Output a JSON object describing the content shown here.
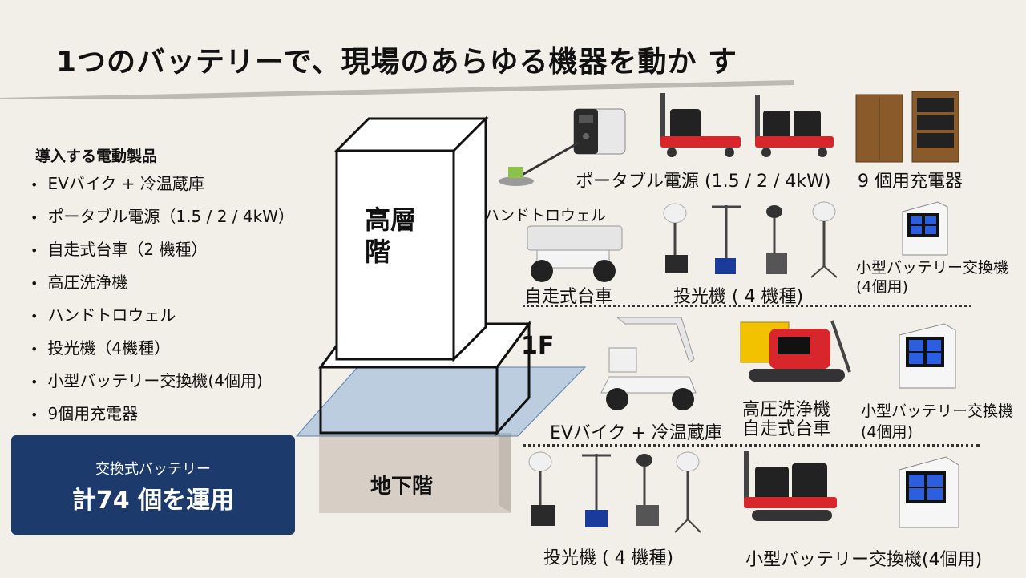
{
  "slide": {
    "title": "1つのバッテリーで、現場のあらゆる機器を動か す"
  },
  "products": {
    "heading": "導入する電動製品",
    "items": [
      "EVバイク + 冷温蔵庫",
      "ポータブル電源（1.5 / 2 / 4kW）",
      "自走式台車（2 機種）",
      "高圧洗浄機",
      "ハンドトロウェル",
      "投光機（4機種）",
      "小型バッテリー交換機(4個用)",
      "9個用充電器"
    ]
  },
  "battery_badge": {
    "line1": "交換式バッテリー",
    "line2": "計74 個を運用"
  },
  "building": {
    "upper": "高層\n階",
    "first_floor": "1F",
    "basement": "地下階"
  },
  "upper_labels": {
    "portable_power": "ポータブル電源 (1.5 / 2 / 4kW)",
    "charger9": "9 個用充電器",
    "trowel": "ハンドトロウェル",
    "cart": "自走式台車",
    "lights": "投光機 ( 4 機種)",
    "swapper": "小型バッテリー交換機\n(4個用)"
  },
  "first_floor_labels": {
    "ev_bike": "EVバイク + 冷温蔵庫",
    "washer": "高圧洗浄機\n自走式台車",
    "swapper": "小型バッテリー交換機\n(4個用)"
  },
  "basement_labels": {
    "lights": "投光機 ( 4 機種)",
    "swapper": "小型バッテリー交換機(4個用)"
  },
  "colors": {
    "badge_bg": "#1c3a6b",
    "cart_red": "#d8262d",
    "floor_blue": "#8fb0d8",
    "basement": "#d7cfc6",
    "background": "#f2efe8"
  }
}
